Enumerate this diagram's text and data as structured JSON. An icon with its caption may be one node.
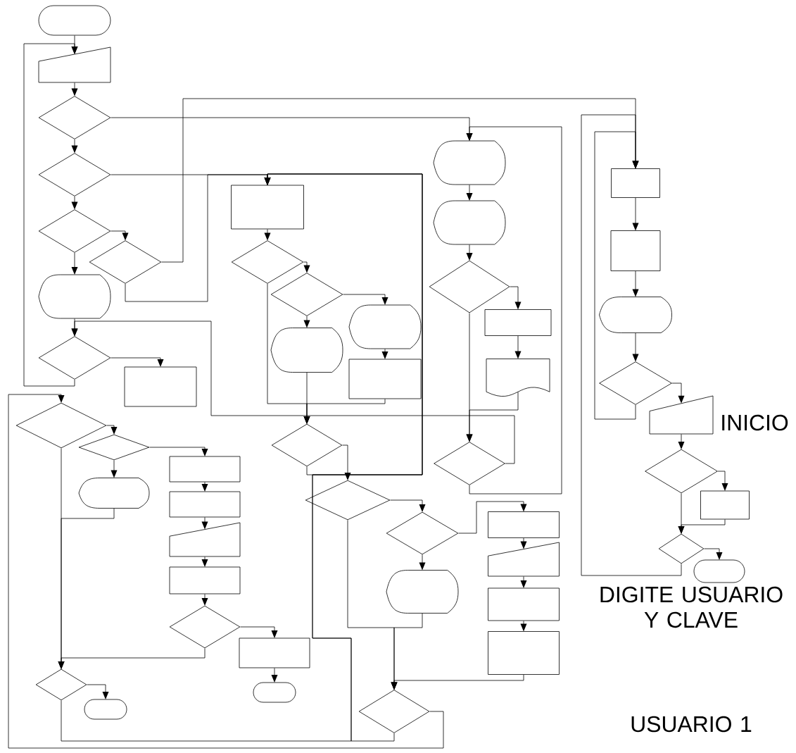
{
  "diagram": {
    "nodes": [
      {
        "text": [],
        "shape": "oval"
      },
      {
        "text": [],
        "shape": "trapezoid"
      },
      {
        "text": [],
        "shape": "diamond"
      },
      {
        "text": [],
        "shape": "diamond"
      },
      {
        "text": [],
        "shape": "diamond"
      },
      {
        "text": [],
        "shape": "diamond"
      },
      {
        "text": [],
        "shape": "display"
      },
      {
        "text": [],
        "shape": "diamond"
      },
      {
        "text": [],
        "shape": "box"
      },
      {
        "text": [],
        "shape": "diamond"
      },
      {
        "text": [],
        "shape": "diamond"
      },
      {
        "text": [],
        "shape": "display"
      },
      {
        "text": [],
        "shape": "box"
      },
      {
        "text": [],
        "shape": "box"
      },
      {
        "text": [],
        "shape": "trapezoid"
      },
      {
        "text": [],
        "shape": "box"
      },
      {
        "text": [],
        "shape": "diamond"
      },
      {
        "text": [],
        "shape": "box"
      },
      {
        "text": [],
        "shape": "oval"
      },
      {
        "text": [],
        "shape": "diamond"
      },
      {
        "text": [],
        "shape": "oval"
      },
      {
        "text": [],
        "shape": "box"
      },
      {
        "text": [],
        "shape": "diamond"
      },
      {
        "text": [],
        "shape": "diamond"
      },
      {
        "text": [],
        "shape": "display"
      },
      {
        "text": [],
        "shape": "display"
      },
      {
        "text": [],
        "shape": "box"
      },
      {
        "text": [],
        "shape": "diamond"
      },
      {
        "text": [],
        "shape": "diamond"
      },
      {
        "text": [],
        "shape": "diamond"
      },
      {
        "text": [],
        "shape": "display"
      },
      {
        "text": [],
        "shape": "box"
      },
      {
        "text": [],
        "shape": "trapezoid"
      },
      {
        "text": [],
        "shape": "box"
      },
      {
        "text": [],
        "shape": "box"
      },
      {
        "text": [],
        "shape": "diamond"
      },
      {
        "text": [],
        "shape": "display"
      },
      {
        "text": [],
        "shape": "display"
      },
      {
        "text": [],
        "shape": "diamond"
      },
      {
        "text": [],
        "shape": "box"
      },
      {
        "text": [],
        "shape": "document"
      },
      {
        "text": [],
        "shape": "diamond"
      },
      {
        "text": [],
        "shape": "box"
      },
      {
        "text": [],
        "shape": "box"
      },
      {
        "text": [],
        "shape": "display"
      },
      {
        "text": [],
        "shape": "diamond"
      },
      {
        "text": [],
        "shape": "trapezoid"
      },
      {
        "text": [],
        "shape": "diamond"
      },
      {
        "text": [],
        "shape": "box"
      },
      {
        "text": [],
        "shape": "diamond"
      },
      {
        "text": [],
        "shape": "oval"
      }
    ],
    "edges": [
      {
        "from": 0,
        "to": 1,
        "arrow": "to"
      },
      {
        "from": 1,
        "to": 2,
        "arrow": "to"
      },
      {
        "from": 2,
        "to": 3,
        "arrow": "to"
      },
      {
        "from": 3,
        "to": 4,
        "arrow": "to"
      },
      {
        "from": 4,
        "to": 6,
        "arrow": "to"
      },
      {
        "from": 4,
        "to": 5,
        "arrow": "to"
      },
      {
        "from": 2,
        "to": 36,
        "arrow": "to"
      },
      {
        "from": 5,
        "to": 42,
        "arrow": "to"
      },
      {
        "from": 3,
        "to": 21,
        "arrow": "to"
      },
      {
        "from": 5,
        "to": 21,
        "arrow": "to"
      },
      {
        "from": 27,
        "to": 21,
        "arrow": "to"
      },
      {
        "from": 21,
        "to": 22,
        "arrow": "to"
      },
      {
        "from": 22,
        "to": 23,
        "arrow": "to"
      },
      {
        "from": 23,
        "to": 24,
        "arrow": "to"
      },
      {
        "from": 23,
        "to": 25,
        "arrow": "to"
      },
      {
        "from": 25,
        "to": 26,
        "arrow": "to"
      },
      {
        "from": 22,
        "to": 27,
        "arrow": "to"
      },
      {
        "from": 24,
        "to": 27,
        "arrow": "to"
      },
      {
        "from": 26,
        "to": 27,
        "arrow": "to"
      },
      {
        "from": 41,
        "to": 7,
        "arrow": "to"
      },
      {
        "from": 6,
        "to": 7,
        "arrow": "to"
      },
      {
        "from": 7,
        "to": 8,
        "arrow": "to"
      },
      {
        "from": 7,
        "to": 1,
        "arrow": "to"
      },
      {
        "from": 36,
        "to": 37,
        "arrow": "to"
      },
      {
        "from": 37,
        "to": 38,
        "arrow": "to"
      },
      {
        "from": 38,
        "to": 39,
        "arrow": "to"
      },
      {
        "from": 39,
        "to": 40,
        "arrow": "to"
      },
      {
        "from": 40,
        "to": 41,
        "arrow": "to"
      },
      {
        "from": 38,
        "to": 41,
        "arrow": "to"
      },
      {
        "from": 41,
        "to": 36,
        "arrow": "to"
      },
      {
        "from": 42,
        "to": 43,
        "arrow": "to"
      },
      {
        "from": 43,
        "to": 44,
        "arrow": "to"
      },
      {
        "from": 44,
        "to": 45,
        "arrow": "to"
      },
      {
        "from": 45,
        "to": 46,
        "arrow": "to"
      },
      {
        "from": 45,
        "to": 42,
        "arrow": "to"
      },
      {
        "from": 46,
        "to": 47,
        "arrow": "to"
      },
      {
        "from": 47,
        "to": 48,
        "arrow": "to"
      },
      {
        "from": 47,
        "to": 49,
        "arrow": "to"
      },
      {
        "from": 48,
        "to": 49,
        "arrow": "to"
      },
      {
        "from": 49,
        "to": 50,
        "arrow": "to"
      },
      {
        "from": 49,
        "to": 42,
        "arrow": "to"
      },
      {
        "from": 9,
        "to": 10,
        "arrow": "to"
      },
      {
        "from": 10,
        "to": 11,
        "arrow": "to"
      },
      {
        "from": 10,
        "to": 12,
        "arrow": "to"
      },
      {
        "from": 12,
        "to": 13,
        "arrow": "to"
      },
      {
        "from": 13,
        "to": 14,
        "arrow": "to"
      },
      {
        "from": 14,
        "to": 15,
        "arrow": "to"
      },
      {
        "from": 15,
        "to": 16,
        "arrow": "to"
      },
      {
        "from": 16,
        "to": 17,
        "arrow": "to"
      },
      {
        "from": 17,
        "to": 18,
        "arrow": "to"
      },
      {
        "from": 11,
        "to": 19,
        "arrow": "to"
      },
      {
        "from": 9,
        "to": 19,
        "arrow": "to"
      },
      {
        "from": 16,
        "to": 19,
        "arrow": "to"
      },
      {
        "from": 19,
        "to": 20,
        "arrow": "to"
      },
      {
        "from": 19,
        "to": 21,
        "arrow": "to"
      },
      {
        "from": 35,
        "to": 21,
        "arrow": "to"
      },
      {
        "from": 35,
        "to": 9,
        "arrow": "to"
      },
      {
        "from": 27,
        "to": 28,
        "arrow": "to"
      },
      {
        "from": 28,
        "to": 29,
        "arrow": "to"
      },
      {
        "from": 29,
        "to": 30,
        "arrow": "to"
      },
      {
        "from": 29,
        "to": 31,
        "arrow": "to"
      },
      {
        "from": 31,
        "to": 32,
        "arrow": "to"
      },
      {
        "from": 32,
        "to": 33,
        "arrow": "to"
      },
      {
        "from": 33,
        "to": 34,
        "arrow": "to"
      },
      {
        "from": 28,
        "to": 35,
        "arrow": "to"
      },
      {
        "from": 30,
        "to": 35,
        "arrow": "to"
      },
      {
        "from": 34,
        "to": 35,
        "arrow": "to"
      }
    ],
    "labels": [
      "INICIO",
      "DIGITE USUARIO Y CLAVE",
      "USUARIO 1"
    ]
  }
}
